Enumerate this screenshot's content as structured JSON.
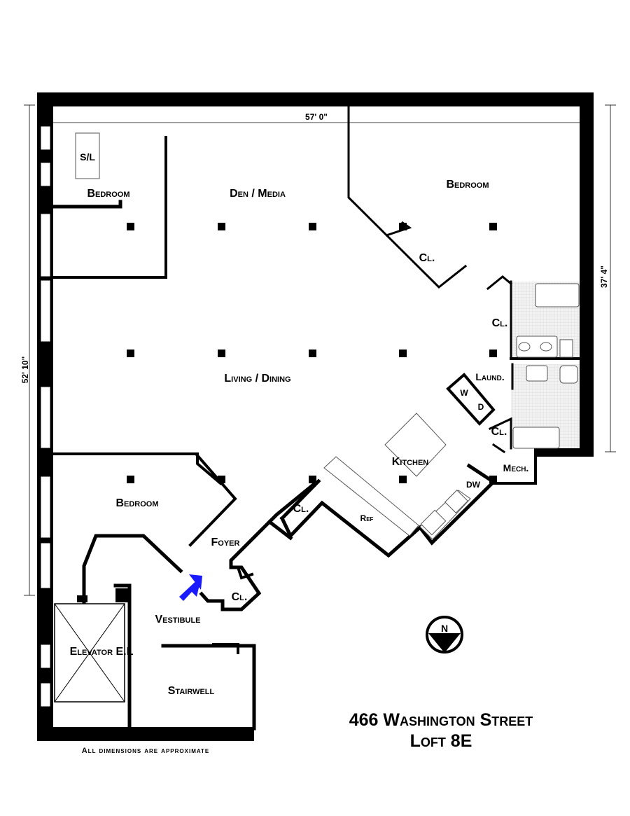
{
  "rooms": {
    "bedroom_nw": "Bedroom",
    "skylight": "S/L",
    "den": "Den / Media",
    "bedroom_ne": "Bedroom",
    "closet_ne": "Cl.",
    "closet_bath": "Cl.",
    "living": "Living / Dining",
    "laundry": "Laund.",
    "washer": "W",
    "dryer": "D",
    "closet_bath2": "Cl.",
    "kitchen": "Kitchen",
    "mech": "Mech.",
    "dishwasher": "DW",
    "refrigerator": "Ref",
    "closet_foyer": "Cl.",
    "bedroom_sw": "Bedroom",
    "foyer": "Foyer",
    "closet_vestibule": "Cl.",
    "vestibule": "Vestibule",
    "elevator": "Elevator E.L",
    "stairwell": "Stairwell"
  },
  "dimensions": {
    "width": "57' 0\"",
    "depth_left": "52' 10\"",
    "depth_right": "37' 4\""
  },
  "address": {
    "street": "466 Washington Street",
    "unit": "Loft 8E"
  },
  "note": "All dimensions are approximate",
  "compass": "N",
  "colors": {
    "walls": "#000000",
    "entry_arrow": "#1a1aff",
    "bath_tile": "#e6e6e6"
  }
}
